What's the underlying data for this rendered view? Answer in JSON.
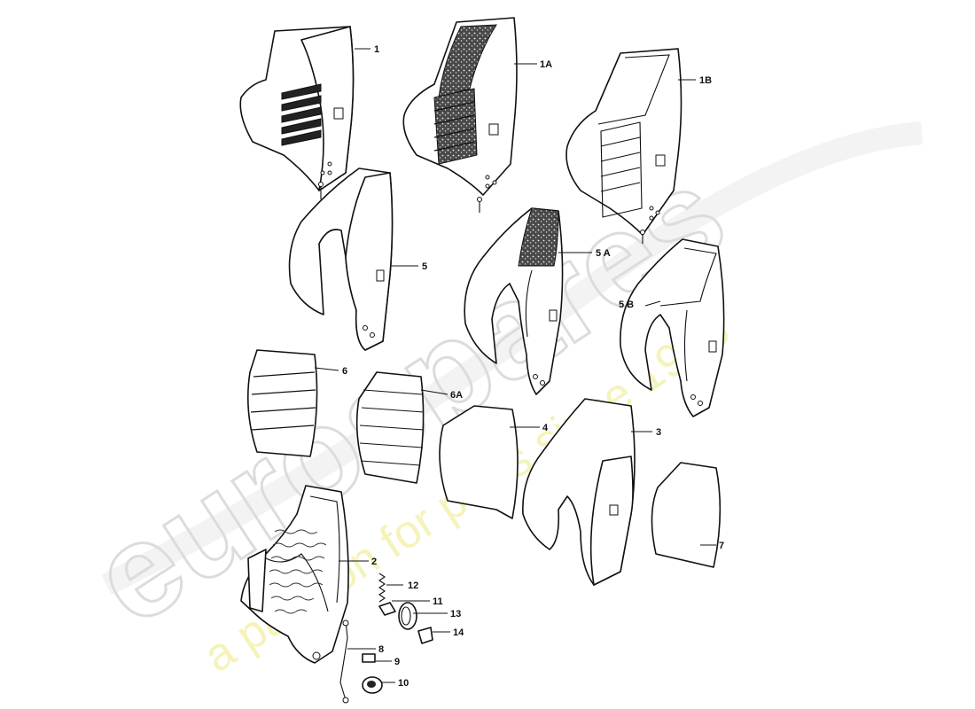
{
  "watermark": {
    "brand": "eurospares",
    "tagline": "a passion for parts since 1985",
    "brand_color": "#dcdcdc",
    "tagline_color": "#f2f0a6"
  },
  "parts": [
    {
      "id": "p1",
      "label": "1",
      "name": "backrest-cover-1"
    },
    {
      "id": "p1a",
      "label": "1A",
      "name": "backrest-cover-1a"
    },
    {
      "id": "p1b",
      "label": "1B",
      "name": "backrest-cover-1b"
    },
    {
      "id": "p5",
      "label": "5",
      "name": "backrest-side-cover-5"
    },
    {
      "id": "p5a",
      "label": "5 A",
      "name": "backrest-side-cover-5a"
    },
    {
      "id": "p5b",
      "label": "5 B",
      "name": "backrest-side-cover-5b"
    },
    {
      "id": "p6",
      "label": "6",
      "name": "backrest-center-panel-6"
    },
    {
      "id": "p6a",
      "label": "6A",
      "name": "backrest-center-panel-6a"
    },
    {
      "id": "p4",
      "label": "4",
      "name": "center-pad-4"
    },
    {
      "id": "p3",
      "label": "3",
      "name": "backrest-pad-3"
    },
    {
      "id": "p7",
      "label": "7",
      "name": "rear-panel-7"
    },
    {
      "id": "p2",
      "label": "2",
      "name": "backrest-frame-2"
    },
    {
      "id": "p12",
      "label": "12",
      "name": "spring-12"
    },
    {
      "id": "p11",
      "label": "11",
      "name": "clip-11"
    },
    {
      "id": "p13",
      "label": "13",
      "name": "knob-13"
    },
    {
      "id": "p14",
      "label": "14",
      "name": "bushing-14"
    },
    {
      "id": "p8",
      "label": "8",
      "name": "cable-8"
    },
    {
      "id": "p9",
      "label": "9",
      "name": "clamp-9"
    },
    {
      "id": "p10",
      "label": "10",
      "name": "grommet-10"
    }
  ]
}
